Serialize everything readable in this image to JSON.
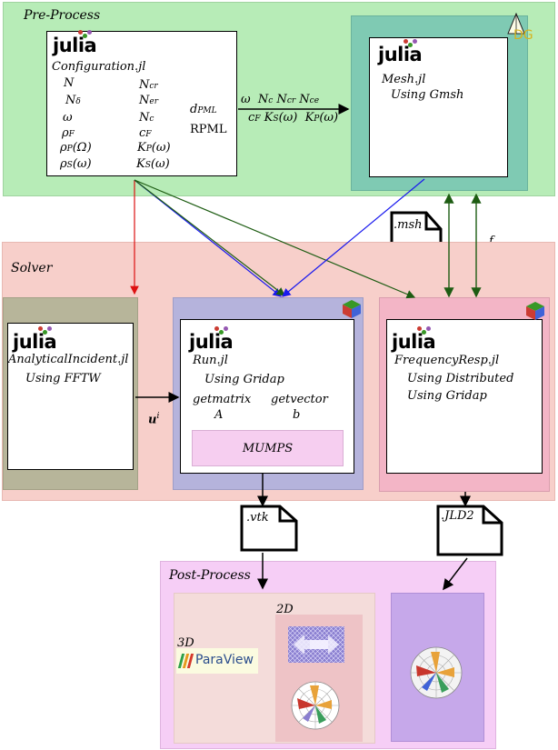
{
  "sections": {
    "pre_process": "Pre-Process",
    "solver": "Solver",
    "post_process": "Post-Process"
  },
  "colors": {
    "pre_process_bg": "#b7ecb7",
    "mesh_panel_bg": "#7fcab3",
    "solver_bg": "#f7cfca",
    "analytical_bg": "#b7b59a",
    "run_bg": "#b5b3dc",
    "freq_bg": "#f3b5c6",
    "post_bg": "#f6cef6",
    "mumps_bg": "#f6cef0",
    "red_arrow": "#dd1111",
    "blue_arrow": "#1a1aee",
    "green_arrow": "#1d5c12",
    "dg_text": "#d6b21c"
  },
  "logo_text": "julia",
  "dg_badge": "DG",
  "configuration": {
    "title": "Configuration.jl",
    "col1": [
      "N",
      "Nδ",
      "ω",
      "ρF",
      "ρP(Ω)",
      "ρS(ω)"
    ],
    "col2": [
      "Ncr",
      "Ner",
      "Nc",
      "cF",
      "KP(ω)",
      "KS(ω)"
    ],
    "col3": [
      "dPML",
      "RPML"
    ]
  },
  "mesh": {
    "title": "Mesh.jl",
    "subtitle": "Using Gmsh"
  },
  "config_to_mesh": {
    "line1": "ω  Nc Ncr Nce",
    "line2": "cF KS(ω)  KP(ω)"
  },
  "analytical": {
    "title": "AnalyticalIncident.jl",
    "subtitle": "Using FFTW"
  },
  "run": {
    "title": "Run.jl",
    "subtitle": "Using Gridap",
    "getmatrix": "getmatrix",
    "getvector": "getvector",
    "matrix_var": "A",
    "vector_var": "b",
    "solver": "MUMPS"
  },
  "freq": {
    "title": "FrequencyResp.jl",
    "line1": "Using Distributed",
    "line2": "Using Gridap"
  },
  "incident_label": "u",
  "incident_sup": "i",
  "f_label": "f",
  "files": {
    "msh": ".msh",
    "vtk": ".vtk",
    "jld2": ".JLD2"
  },
  "post": {
    "label_2d": "2D",
    "label_3d": "3D",
    "paraview": "ParaView"
  }
}
